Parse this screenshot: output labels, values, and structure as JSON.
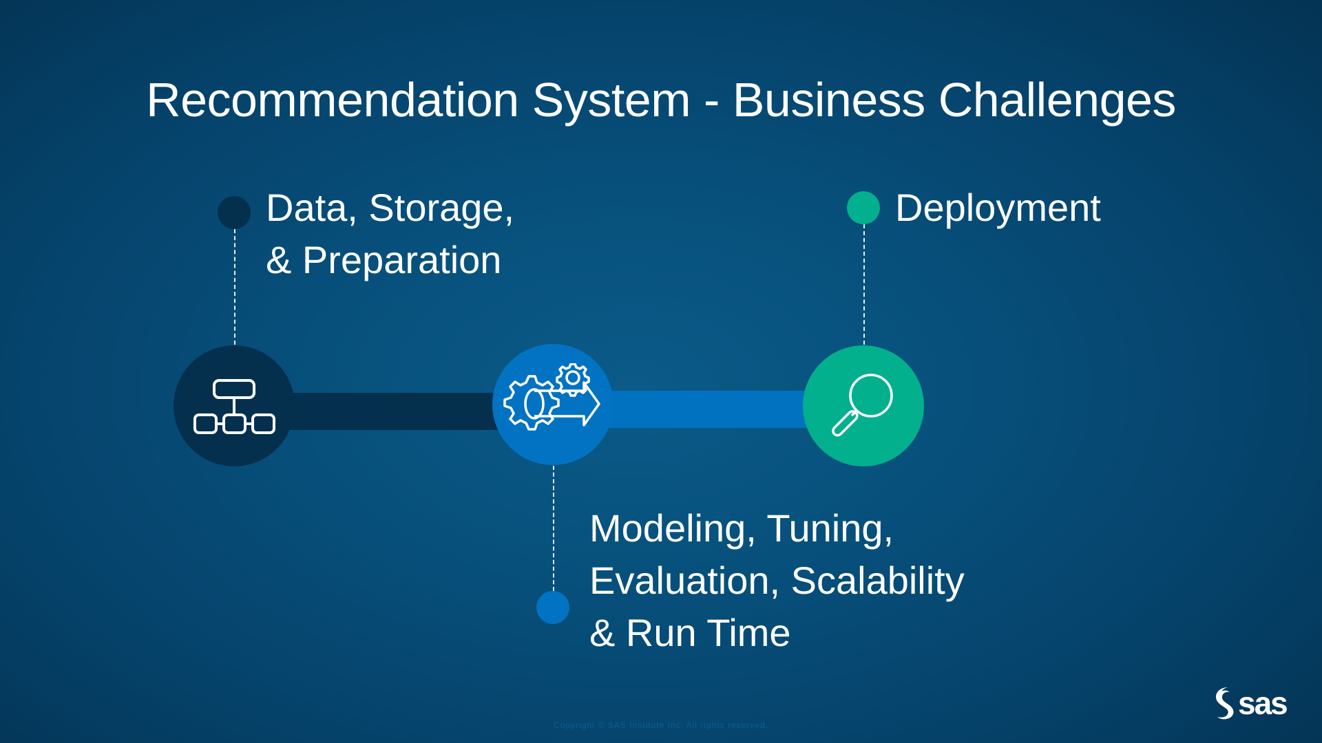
{
  "slide": {
    "title": "Recommendation System - Business Challenges",
    "copyright": "Copyright © SAS Institute Inc. All rights reserved.",
    "logo": {
      "text": "sas",
      "brand": "SAS"
    }
  },
  "colors": {
    "stage1": "#04304e",
    "stage2": "#0273c2",
    "stage3": "#02b08d",
    "text": "#ffffff"
  },
  "stages": [
    {
      "icon": "hierarchy-diagram-icon",
      "lines": [
        "Data, Storage,",
        "& Preparation"
      ]
    },
    {
      "icon": "gears-arrow-icon",
      "lines": [
        "Modeling, Tuning,",
        "Evaluation, Scalability",
        "& Run Time"
      ]
    },
    {
      "icon": "magnifying-glass-icon",
      "lines": [
        "Deployment"
      ]
    }
  ]
}
